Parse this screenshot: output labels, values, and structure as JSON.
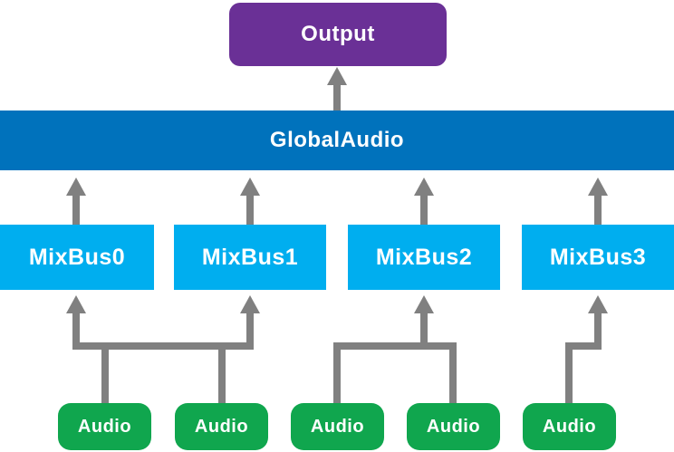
{
  "diagram": {
    "background": "#FFFFFF",
    "connector_color": "#808080",
    "text_color": "#FFFFFF",
    "nodes": {
      "output": {
        "label": "Output",
        "fill": "#6A3096",
        "shape": "rounded-rect"
      },
      "global_audio": {
        "label": "GlobalAudio",
        "fill": "#0072BC",
        "shape": "full-width-bar"
      },
      "mixbus_fill": "#00AEEF",
      "mixbuses": [
        {
          "id": "mixbus0",
          "label": "MixBus0"
        },
        {
          "id": "mixbus1",
          "label": "MixBus1"
        },
        {
          "id": "mixbus2",
          "label": "MixBus2"
        },
        {
          "id": "mixbus3",
          "label": "MixBus3"
        }
      ],
      "audio_fill": "#10A64E",
      "audios": [
        {
          "id": "audio0",
          "label": "Audio"
        },
        {
          "id": "audio1",
          "label": "Audio"
        },
        {
          "id": "audio2",
          "label": "Audio"
        },
        {
          "id": "audio3",
          "label": "Audio"
        },
        {
          "id": "audio4",
          "label": "Audio"
        }
      ]
    },
    "edges": [
      {
        "from": [
          "global_audio"
        ],
        "to": [
          "output"
        ],
        "arrow": true
      },
      {
        "from": [
          "mixbus0"
        ],
        "to": [
          "global_audio"
        ],
        "arrow": true
      },
      {
        "from": [
          "mixbus1"
        ],
        "to": [
          "global_audio"
        ],
        "arrow": true
      },
      {
        "from": [
          "mixbus2"
        ],
        "to": [
          "global_audio"
        ],
        "arrow": true
      },
      {
        "from": [
          "mixbus3"
        ],
        "to": [
          "global_audio"
        ],
        "arrow": true
      },
      {
        "from": [
          "audio0",
          "audio1"
        ],
        "to": [
          "mixbus0",
          "mixbus1"
        ],
        "arrow": true,
        "style": "shared-trunk"
      },
      {
        "from": [
          "audio2",
          "audio3"
        ],
        "to": [
          "mixbus2"
        ],
        "arrow": true,
        "style": "shared-trunk"
      },
      {
        "from": [
          "audio4"
        ],
        "to": [
          "mixbus3"
        ],
        "arrow": true,
        "style": "elbow"
      }
    ]
  }
}
